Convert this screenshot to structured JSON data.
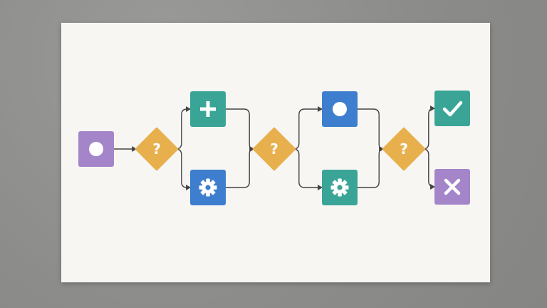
{
  "colors": {
    "background": "#8f8f8d",
    "paper": "#f7f6f3",
    "purple": "#a485c9",
    "orange": "#e8b04d",
    "teal": "#3aa597",
    "blue": "#3d7fce",
    "connector": "#444444",
    "glyph": "#ffffff"
  },
  "diagram": {
    "nodes": [
      {
        "id": "start",
        "shape": "square",
        "color": "purple",
        "icon": "circle-icon"
      },
      {
        "id": "decision-1",
        "shape": "diamond",
        "color": "orange",
        "icon": "question-icon",
        "text": "?"
      },
      {
        "id": "add",
        "shape": "square",
        "color": "teal",
        "icon": "plus-icon"
      },
      {
        "id": "settings-1",
        "shape": "square",
        "color": "blue",
        "icon": "gear-icon"
      },
      {
        "id": "decision-2",
        "shape": "diamond",
        "color": "orange",
        "icon": "question-icon",
        "text": "?"
      },
      {
        "id": "dot",
        "shape": "square",
        "color": "blue",
        "icon": "circle-icon"
      },
      {
        "id": "settings-2",
        "shape": "square",
        "color": "teal",
        "icon": "gear-icon"
      },
      {
        "id": "decision-3",
        "shape": "diamond",
        "color": "orange",
        "icon": "question-icon",
        "text": "?"
      },
      {
        "id": "success",
        "shape": "square",
        "color": "teal",
        "icon": "check-icon"
      },
      {
        "id": "failure",
        "shape": "square",
        "color": "purple",
        "icon": "x-icon"
      }
    ],
    "edges": [
      {
        "from": "start",
        "to": "decision-1"
      },
      {
        "from": "decision-1",
        "to": "add"
      },
      {
        "from": "decision-1",
        "to": "settings-1"
      },
      {
        "from": "add",
        "to": "decision-2"
      },
      {
        "from": "settings-1",
        "to": "decision-2"
      },
      {
        "from": "decision-2",
        "to": "dot"
      },
      {
        "from": "decision-2",
        "to": "settings-2"
      },
      {
        "from": "dot",
        "to": "decision-3"
      },
      {
        "from": "settings-2",
        "to": "decision-3"
      },
      {
        "from": "decision-3",
        "to": "success"
      },
      {
        "from": "decision-3",
        "to": "failure"
      }
    ]
  }
}
